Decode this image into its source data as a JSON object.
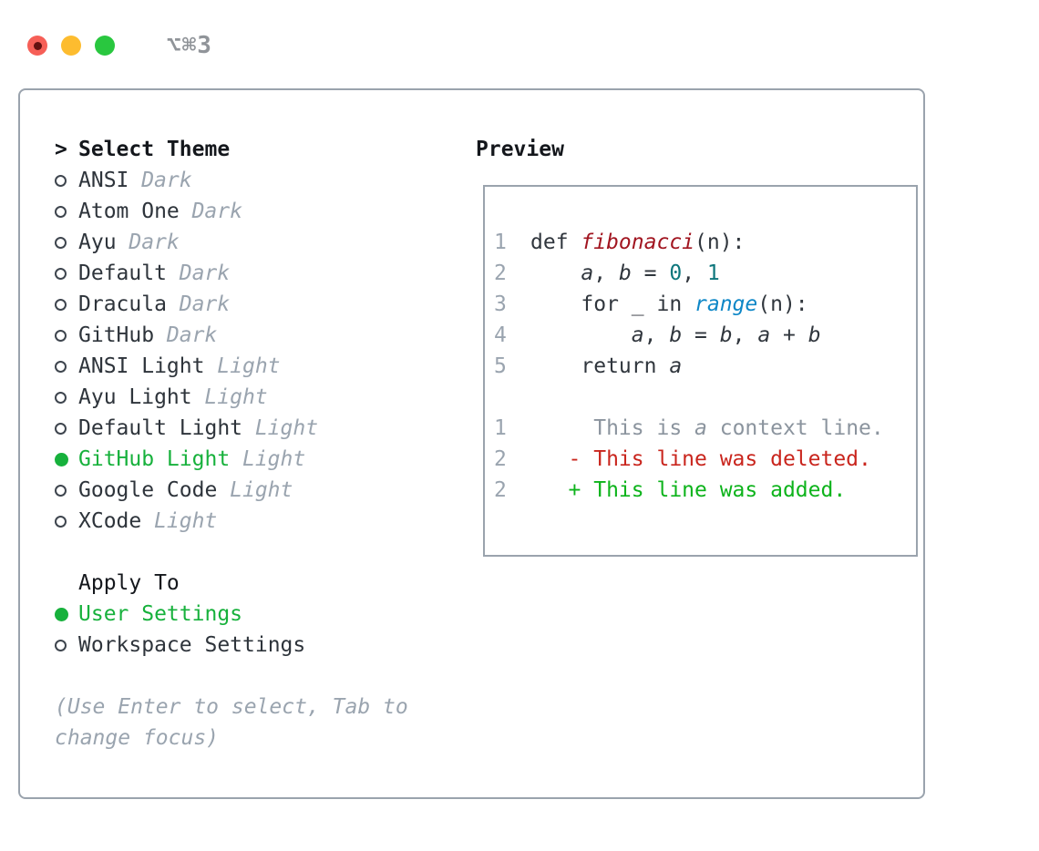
{
  "window": {
    "title": "⌥⌘3"
  },
  "colors": {
    "accent_green": "#17b13c",
    "border_gray": "#9aa3ad",
    "muted_gray": "#9aa4af",
    "text_dark": "#2e343b",
    "func_red": "#a11520",
    "number_teal": "#0d767c",
    "builtin_blue": "#0e87c7",
    "diff_deleted_red": "#c9251d",
    "diff_added_green": "#0db31b",
    "traffic_red": "#f65f57",
    "traffic_yellow": "#fdbc2f",
    "traffic_green": "#29c73f"
  },
  "theme_picker": {
    "header": {
      "prefix": ">",
      "label": "Select Theme"
    },
    "items": [
      {
        "name": "ANSI",
        "variant": "Dark",
        "selected": false
      },
      {
        "name": "Atom One",
        "variant": "Dark",
        "selected": false
      },
      {
        "name": "Ayu",
        "variant": "Dark",
        "selected": false
      },
      {
        "name": "Default",
        "variant": "Dark",
        "selected": false
      },
      {
        "name": "Dracula",
        "variant": "Dark",
        "selected": false
      },
      {
        "name": "GitHub",
        "variant": "Dark",
        "selected": false
      },
      {
        "name": "ANSI Light",
        "variant": "Light",
        "selected": false
      },
      {
        "name": "Ayu Light",
        "variant": "Light",
        "selected": false
      },
      {
        "name": "Default Light",
        "variant": "Light",
        "selected": false
      },
      {
        "name": "GitHub Light",
        "variant": "Light",
        "selected": true
      },
      {
        "name": "Google Code",
        "variant": "Light",
        "selected": false
      },
      {
        "name": "XCode",
        "variant": "Light",
        "selected": false
      }
    ]
  },
  "apply_to": {
    "header": "Apply To",
    "options": [
      {
        "label": "User Settings",
        "selected": true
      },
      {
        "label": "Workspace Settings",
        "selected": false
      }
    ]
  },
  "hint": "(Use Enter to select, Tab to change focus)",
  "preview": {
    "header": "Preview",
    "code_lines": [
      {
        "num": "1",
        "tokens": [
          {
            "t": "def ",
            "s": "plain"
          },
          {
            "t": "fibonacci",
            "s": "func"
          },
          {
            "t": "(n):",
            "s": "plain"
          }
        ]
      },
      {
        "num": "2",
        "tokens": [
          {
            "t": "    ",
            "s": "plain"
          },
          {
            "t": "a",
            "s": "var"
          },
          {
            "t": ", ",
            "s": "plain"
          },
          {
            "t": "b",
            "s": "var"
          },
          {
            "t": " = ",
            "s": "plain"
          },
          {
            "t": "0",
            "s": "num"
          },
          {
            "t": ", ",
            "s": "plain"
          },
          {
            "t": "1",
            "s": "num"
          }
        ]
      },
      {
        "num": "3",
        "tokens": [
          {
            "t": "    for _ in ",
            "s": "plain"
          },
          {
            "t": "range",
            "s": "builtin"
          },
          {
            "t": "(n):",
            "s": "plain"
          }
        ]
      },
      {
        "num": "4",
        "tokens": [
          {
            "t": "        ",
            "s": "plain"
          },
          {
            "t": "a",
            "s": "var"
          },
          {
            "t": ", ",
            "s": "plain"
          },
          {
            "t": "b",
            "s": "var"
          },
          {
            "t": " = ",
            "s": "plain"
          },
          {
            "t": "b",
            "s": "var"
          },
          {
            "t": ", ",
            "s": "plain"
          },
          {
            "t": "a",
            "s": "var"
          },
          {
            "t": " + ",
            "s": "plain"
          },
          {
            "t": "b",
            "s": "var"
          }
        ]
      },
      {
        "num": "5",
        "tokens": [
          {
            "t": "    return ",
            "s": "plain"
          },
          {
            "t": "a",
            "s": "var"
          }
        ]
      },
      {
        "num": "",
        "tokens": []
      },
      {
        "num": "1",
        "tokens": [
          {
            "t": "     This is ",
            "s": "context"
          },
          {
            "t": "a",
            "s": "context-var"
          },
          {
            "t": " context line.",
            "s": "context"
          }
        ]
      },
      {
        "num": "2",
        "tokens": [
          {
            "t": "   - This line was deleted.",
            "s": "del"
          }
        ]
      },
      {
        "num": "2",
        "tokens": [
          {
            "t": "   + This line was added.",
            "s": "add"
          }
        ]
      }
    ]
  }
}
